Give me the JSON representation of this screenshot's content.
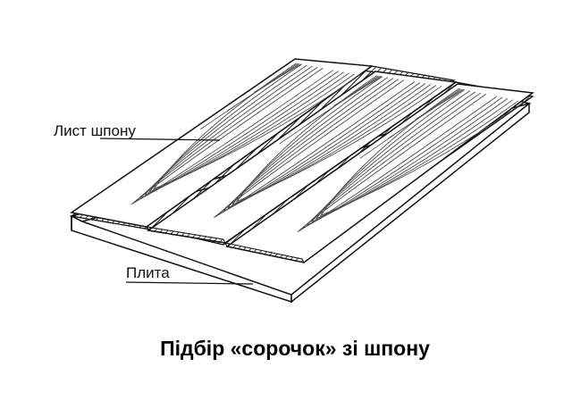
{
  "labels": {
    "veneer_sheet": "Лист шпону",
    "board": "Плита"
  },
  "caption": "Підбір «сорочок» зі шпону",
  "colors": {
    "line": "#111111",
    "grain": "#4a4a4a",
    "background": "#ffffff"
  }
}
